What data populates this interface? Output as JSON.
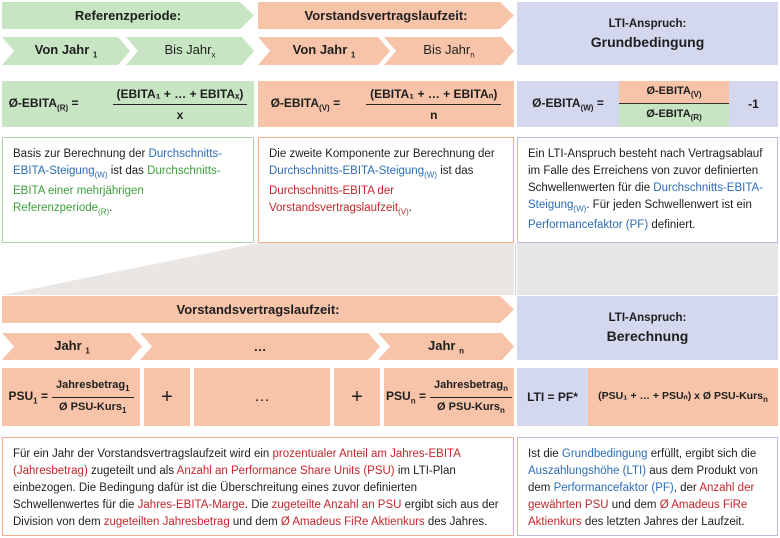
{
  "top": {
    "referenzperiode": "Referenzperiode:",
    "vorstandslaufzeit": "Vorstandsvertragslaufzeit:",
    "von_jahr_1": "Von Jahr",
    "von_jahr_1_sub": "1",
    "bis_jahr_x": "Bis Jahr",
    "bis_jahr_x_sub": "x",
    "von_jahr_1b": "Von Jahr",
    "von_jahr_1b_sub": "1",
    "bis_jahr_n": "Bis Jahr",
    "bis_jahr_n_sub": "n",
    "lti_small": "LTI-Anspruch:",
    "lti_big": "Grundbedingung"
  },
  "formulas": {
    "ebita_r_lhs": "Ø-EBITA",
    "ebita_r_lhs_sub": "(R)",
    "ebita_r_num": "(EBITA₁ + … + EBITAₓ)",
    "ebita_r_den": "x",
    "ebita_v_lhs": "Ø-EBITA",
    "ebita_v_lhs_sub": "(V)",
    "ebita_v_num": "(EBITA₁ + … + EBITAₙ)",
    "ebita_v_den": "n",
    "ebita_w_lhs": "Ø-EBITA",
    "ebita_w_lhs_sub": "(W)",
    "ebita_w_num": "Ø-EBITA",
    "ebita_w_num_sub": "(V)",
    "ebita_w_den": "Ø-EBITA",
    "ebita_w_den_sub": "(R)",
    "minus_one": "-1",
    "equals": "="
  },
  "desc_top": {
    "left": [
      {
        "t": "Basis zur Berechnung der ",
        "c": ""
      },
      {
        "t": "Durchschnitts-EBITA-Steigung",
        "c": "blue"
      },
      {
        "t": "(W)",
        "c": "blue",
        "sub": true
      },
      {
        "t": " ist das ",
        "c": ""
      },
      {
        "t": "Durchschnitts-EBITA einer mehrjährigen Referenzperiode",
        "c": "green"
      },
      {
        "t": "(R)",
        "c": "green",
        "sub": true
      },
      {
        "t": ".",
        "c": ""
      }
    ],
    "middle": [
      {
        "t": "Die zweite Komponente zur Berechnung der ",
        "c": ""
      },
      {
        "t": "Durchschnitts-EBITA-Steigung",
        "c": "blue"
      },
      {
        "t": "(W)",
        "c": "blue",
        "sub": true
      },
      {
        "t": " ist das ",
        "c": ""
      },
      {
        "t": "Durchschnitts-EBITA der Vorstandsvertragslaufzeit",
        "c": "red"
      },
      {
        "t": "(V)",
        "c": "red",
        "sub": true
      },
      {
        "t": ".",
        "c": ""
      }
    ],
    "right": [
      {
        "t": "Ein LTI-Anspruch besteht nach Vertragsablauf im Falle des Erreichens von zuvor definierten Schwellenwerten für die ",
        "c": ""
      },
      {
        "t": "Durchschnitts-EBITA-Steigung",
        "c": "blue"
      },
      {
        "t": "(W)",
        "c": "blue",
        "sub": true
      },
      {
        "t": ". Für jeden Schwellenwert ist ein ",
        "c": ""
      },
      {
        "t": "Performancefaktor (PF)",
        "c": "blue"
      },
      {
        "t": " definiert.",
        "c": ""
      }
    ]
  },
  "bottom": {
    "vorstandslaufzeit": "Vorstandsvertragslaufzeit:",
    "jahr_1": "Jahr",
    "jahr_1_sub": "1",
    "dots": "…",
    "jahr_n": "Jahr",
    "jahr_n_sub": "n",
    "lti_small": "LTI-Anspruch:",
    "lti_big": "Berechnung",
    "psu1_lhs": "PSU",
    "psu1_lhs_sub": "1",
    "psu1_num": "Jahresbetrag",
    "psu1_num_sub": "1",
    "psu1_den": "Ø PSU-Kurs",
    "psu1_den_sub": "1",
    "plus": "+",
    "mid_dots": "…",
    "psun_lhs": "PSU",
    "psun_lhs_sub": "n",
    "psun_num": "Jahresbetrag",
    "psun_num_sub": "n",
    "psun_den": "Ø PSU-Kurs",
    "psun_den_sub": "n",
    "lti_eq": "LTI = PF*",
    "lti_formula": "(PSU₁ + … + PSUₙ) x Ø PSU-Kurs",
    "lti_formula_sub": "n"
  },
  "desc_bottom": {
    "left": [
      {
        "t": "Für ein Jahr der Vorstandsvertragslaufzeit wird ein ",
        "c": ""
      },
      {
        "t": "prozentualer Anteil am Jahres-EBITA (Jahresbetrag)",
        "c": "red"
      },
      {
        "t": " zugeteilt und als ",
        "c": ""
      },
      {
        "t": "Anzahl an Performance Share Units (PSU)",
        "c": "red"
      },
      {
        "t": " im LTI-Plan einbezogen. Die Bedingung dafür ist die Überschreitung eines zuvor definierten Schwellenwertes für die ",
        "c": ""
      },
      {
        "t": "Jahres-EBITA-Marge",
        "c": "red"
      },
      {
        "t": ". Die ",
        "c": ""
      },
      {
        "t": "zugeteilte Anzahl an PSU",
        "c": "red"
      },
      {
        "t": " ergibt sich aus der Division von dem ",
        "c": ""
      },
      {
        "t": "zugeteilten Jahresbetrag",
        "c": "red"
      },
      {
        "t": " und dem ",
        "c": ""
      },
      {
        "t": "Ø Amadeus FiRe Aktienkurs",
        "c": "red"
      },
      {
        "t": " des Jahres.",
        "c": ""
      }
    ],
    "right": [
      {
        "t": "Ist die ",
        "c": ""
      },
      {
        "t": "Grundbedingung",
        "c": "blue"
      },
      {
        "t": " erfüllt, ergibt sich die ",
        "c": ""
      },
      {
        "t": "Auszahlungshöhe (LTI)",
        "c": "blue"
      },
      {
        "t": " aus dem Produkt von dem ",
        "c": ""
      },
      {
        "t": "Performancefaktor (PF)",
        "c": "blue"
      },
      {
        "t": ", der ",
        "c": ""
      },
      {
        "t": "Anzahl der gewährten PSU",
        "c": "red"
      },
      {
        "t": " und dem ",
        "c": ""
      },
      {
        "t": "Ø Amadeus FiRe Aktienkurs",
        "c": "red"
      },
      {
        "t": " des letzten Jahres der Laufzeit.",
        "c": ""
      }
    ]
  },
  "colors": {
    "green": "#c7e5c2",
    "salmon": "#f8c4a9",
    "blue": "#d3d8ef",
    "text_green": "#3d9e3a",
    "text_blue": "#2d6cb5",
    "text_red": "#c4262b"
  }
}
